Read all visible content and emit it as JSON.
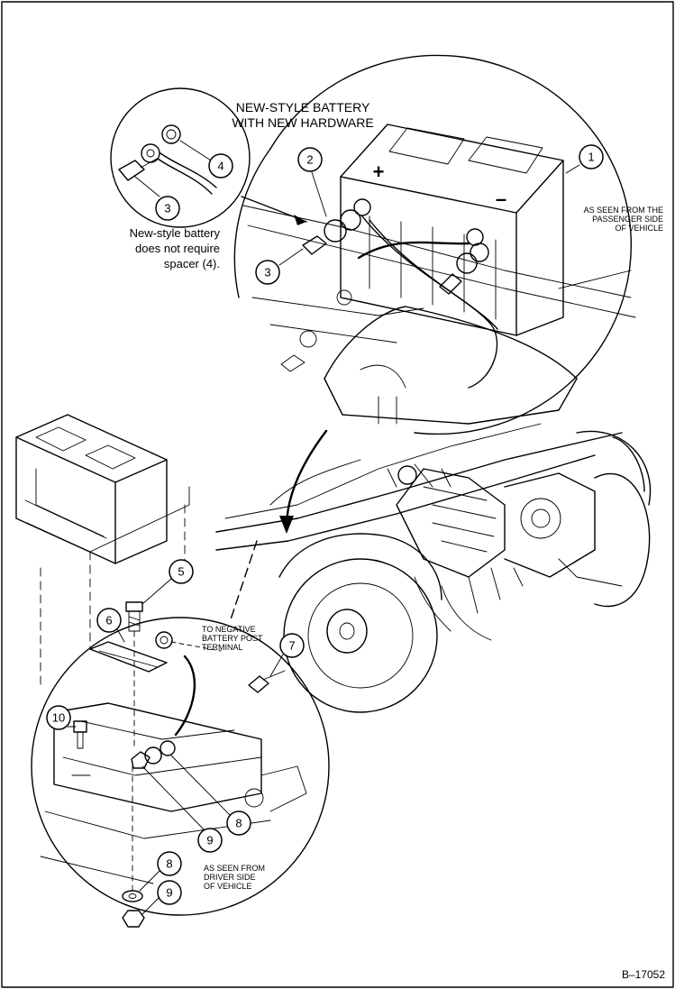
{
  "labels": {
    "new_style_l1": "NEW-STYLE BATTERY",
    "new_style_l2": "WITH NEW HARDWARE",
    "passenger_l1": "AS SEEN FROM THE",
    "passenger_l2": "PASSENGER SIDE",
    "passenger_l3": "OF VEHICLE",
    "spacer_l1": "New-style battery",
    "spacer_l2": "does not require",
    "spacer_l3": "spacer (4).",
    "negative_l1": "TO NEGATIVE",
    "negative_l2": "BATTERY POST",
    "negative_l3": "TERMINAL",
    "driver_l1": "AS SEEN FROM",
    "driver_l2": "DRIVER SIDE",
    "driver_l3": "OF VEHICLE",
    "figure_id": "B–17052",
    "plus_sign": "+",
    "minus_sign": "–"
  },
  "callouts": [
    "1",
    "2",
    "3",
    "3",
    "4",
    "5",
    "6",
    "7",
    "8",
    "8",
    "9",
    "9",
    "10"
  ]
}
